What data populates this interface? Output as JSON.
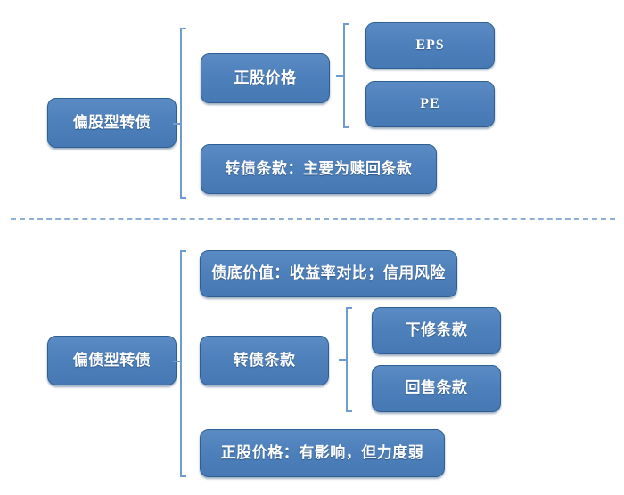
{
  "diagram": {
    "title_text": "",
    "colors": {
      "node_fill_top": "#5b8bc4",
      "node_fill_bottom": "#4679b4",
      "node_border": "#2e5f93",
      "node_text": "#ffffff",
      "connector": "#6f9cd0",
      "divider": "#8fb0da",
      "background": "#ffffff"
    },
    "sections": [
      {
        "id": "equity-like",
        "root": {
          "label": "偏股型转债"
        },
        "branches": [
          {
            "label": "正股价格",
            "children": [
              {
                "label": "EPS"
              },
              {
                "label": "PE"
              }
            ]
          },
          {
            "label": "转债条款：主要为赎回条款",
            "children": []
          }
        ]
      },
      {
        "id": "bond-like",
        "root": {
          "label": "偏债型转债"
        },
        "branches": [
          {
            "label": "债底价值：收益率对比；信用风险",
            "children": []
          },
          {
            "label": "转债条款",
            "children": [
              {
                "label": "下修条款"
              },
              {
                "label": "回售条款"
              }
            ]
          },
          {
            "label": "正股价格：有影响，但力度弱",
            "children": []
          }
        ]
      }
    ]
  }
}
